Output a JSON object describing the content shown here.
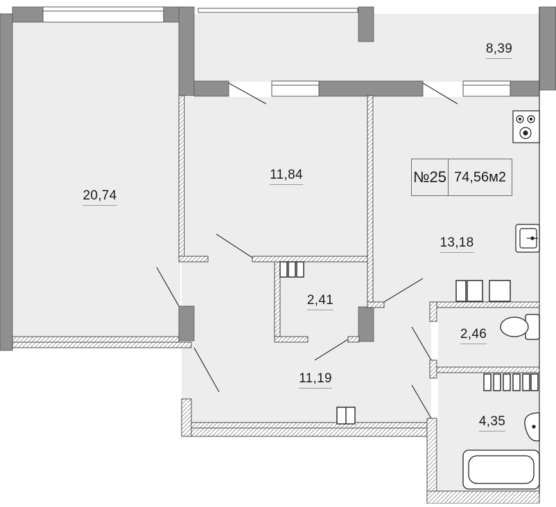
{
  "apartment": {
    "number": "№25",
    "area": "74,56м2"
  },
  "rooms": [
    {
      "id": "room-large",
      "area": "20,74"
    },
    {
      "id": "room-bedroom",
      "area": "11,84"
    },
    {
      "id": "room-loggia",
      "area": "8,39"
    },
    {
      "id": "room-kitchen",
      "area": "13,18"
    },
    {
      "id": "room-closet",
      "area": "2,41"
    },
    {
      "id": "room-hall",
      "area": "11,19"
    },
    {
      "id": "room-wc",
      "area": "2,46"
    },
    {
      "id": "room-bath",
      "area": "4,35"
    }
  ],
  "colors": {
    "floor": "#ededed",
    "wall": "#8f8f8f",
    "wall-dark": "#6b6b6b",
    "line": "#3c3c3c"
  }
}
